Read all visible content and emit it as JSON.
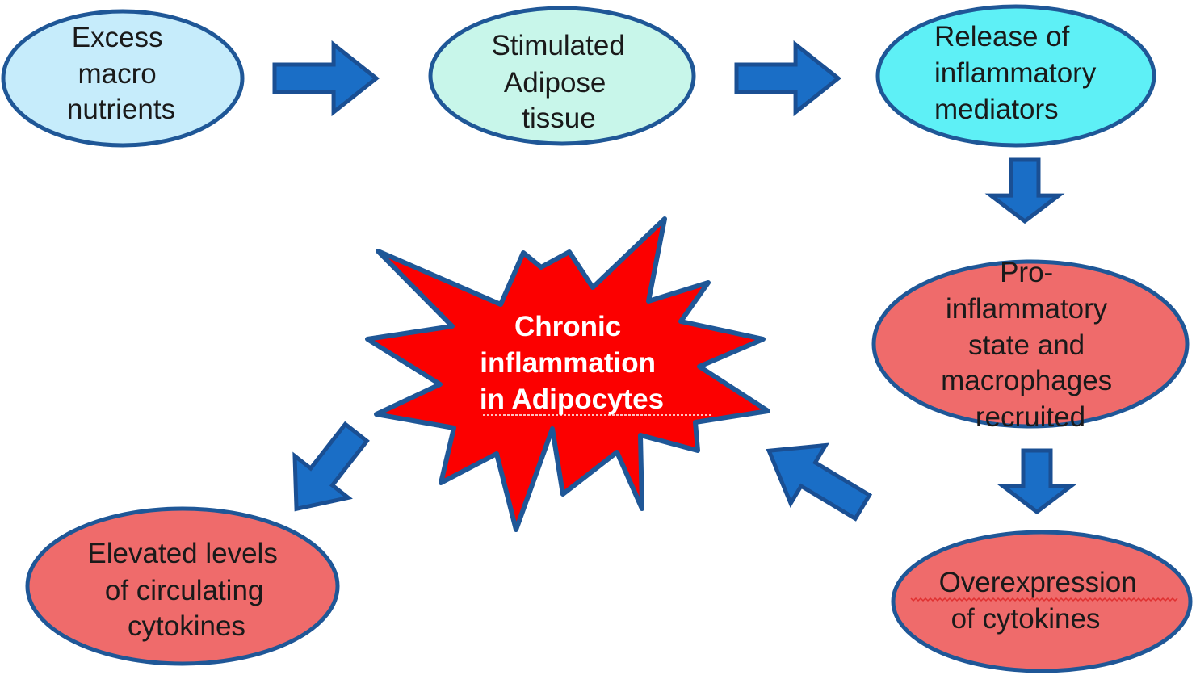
{
  "diagram": {
    "colors": {
      "outline": "#1f5797",
      "arrow_fill": "#1a6ec6",
      "arrow_stroke": "#1a4f93",
      "light_blue": "#c6ecfb",
      "mint": "#c8f6ea",
      "cyan": "#5ef0f6",
      "salmon": "#ef6b6b",
      "star_red": "#fc0000",
      "star_text": "#ffffff",
      "spell_check": "#e03030"
    },
    "nodes": [
      {
        "id": "excess-macro-nutrients",
        "lines": [
          "Excess",
          "macro",
          "nutrients"
        ],
        "fill": "light_blue"
      },
      {
        "id": "stimulated-adipose-tissue",
        "lines": [
          "Stimulated",
          "Adipose",
          "tissue"
        ],
        "fill": "mint"
      },
      {
        "id": "release-inflammatory-mediators",
        "lines": [
          "Release of",
          "inflammatory",
          "mediators"
        ],
        "fill": "cyan"
      },
      {
        "id": "pro-inflammatory-state",
        "lines": [
          "Pro-",
          "inflammatory",
          "state and",
          "macrophages",
          "recruited"
        ],
        "fill": "salmon"
      },
      {
        "id": "overexpression-cytokines",
        "lines": [
          "Overexpression",
          "of cytokines"
        ],
        "fill": "salmon"
      },
      {
        "id": "elevated-circulating-cytokines",
        "lines": [
          "Elevated levels",
          "of circulating",
          "cytokines"
        ],
        "fill": "salmon"
      }
    ],
    "center": {
      "id": "chronic-inflammation-adipocytes",
      "lines": [
        "Chronic",
        "inflammation",
        "in Adipocytes"
      ],
      "shape": "explosion-star"
    },
    "edges": [
      {
        "from": "excess-macro-nutrients",
        "to": "stimulated-adipose-tissue",
        "direction": "right"
      },
      {
        "from": "stimulated-adipose-tissue",
        "to": "release-inflammatory-mediators",
        "direction": "right"
      },
      {
        "from": "release-inflammatory-mediators",
        "to": "pro-inflammatory-state",
        "direction": "down"
      },
      {
        "from": "pro-inflammatory-state",
        "to": "overexpression-cytokines",
        "direction": "down"
      },
      {
        "from": "overexpression-cytokines",
        "to": "chronic-inflammation-adipocytes",
        "direction": "up-left"
      },
      {
        "from": "chronic-inflammation-adipocytes",
        "to": "elevated-circulating-cytokines",
        "direction": "down-left"
      }
    ]
  }
}
